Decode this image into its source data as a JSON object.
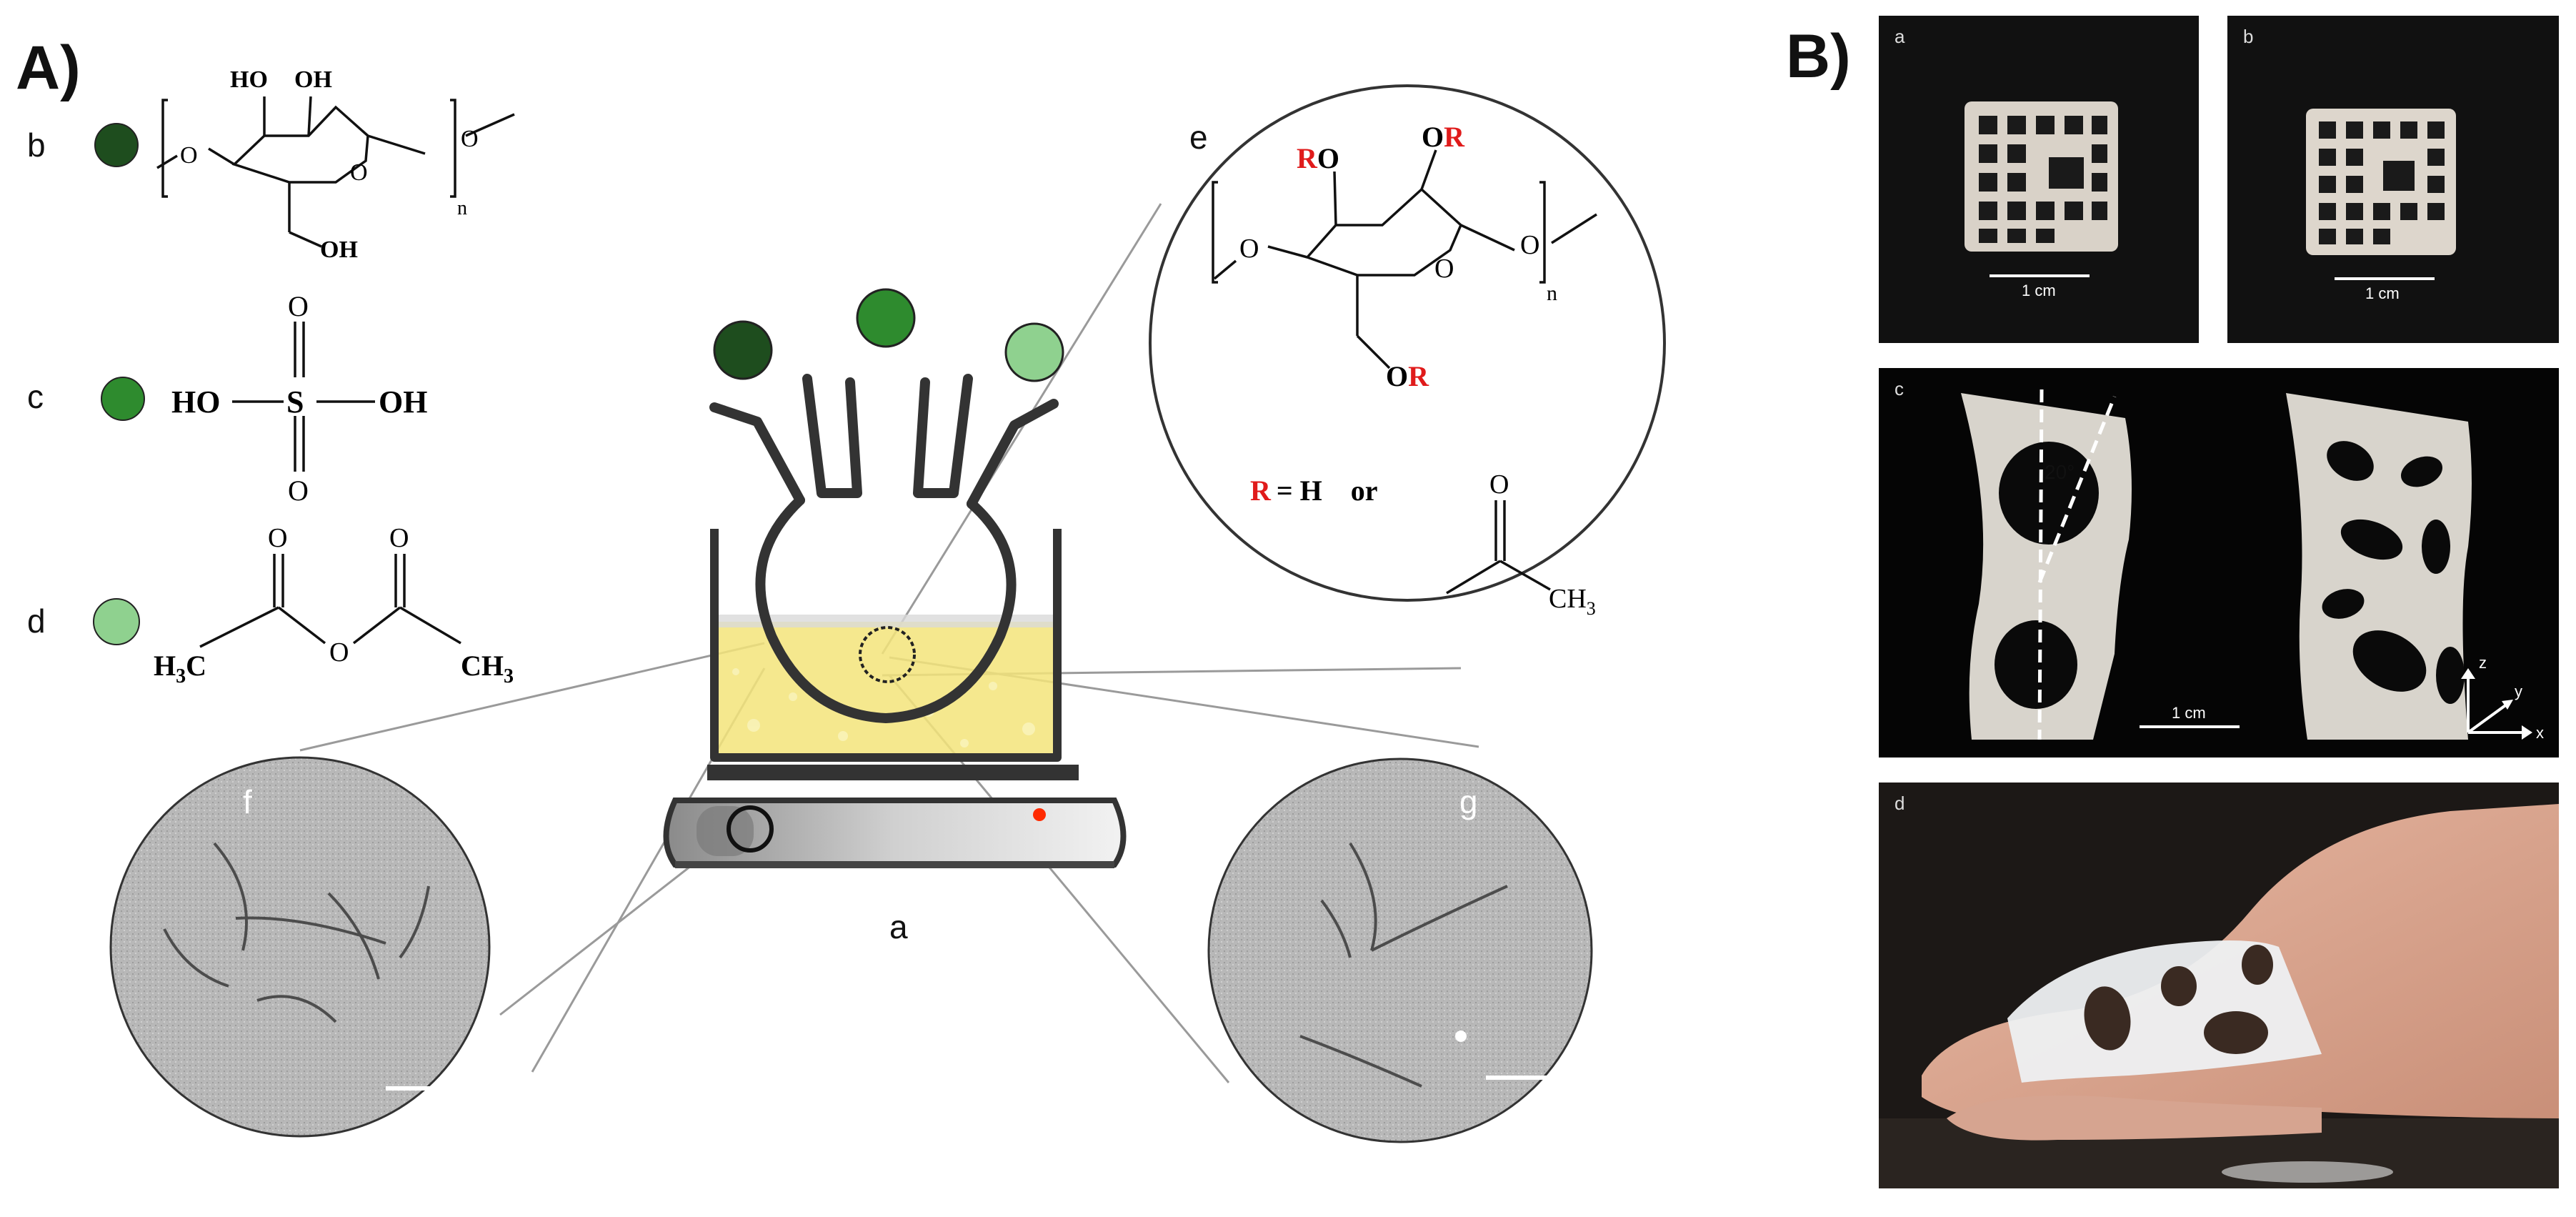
{
  "panelA": {
    "label": "A)",
    "sub_b": "b",
    "sub_c": "c",
    "sub_d": "d",
    "sub_e": "e",
    "sub_a": "a",
    "sub_f": "f",
    "sub_g": "g",
    "cellulose": {
      "ho1": "HO",
      "oh1": "OH",
      "oh2": "OH",
      "o_ring": "O",
      "o_left": "O",
      "o_right": "O",
      "n": "n"
    },
    "sulfuric": {
      "ho": "HO",
      "s": "S",
      "oh": "OH",
      "o_top": "O",
      "o_bottom": "O"
    },
    "anhydride": {
      "o1": "O",
      "o2": "O",
      "o_mid": "O",
      "h3c": "H",
      "h3c_sub": "3",
      "h3c_c": "C",
      "ch3": "CH",
      "ch3_sub": "3"
    },
    "modified": {
      "ro": "O",
      "r1": "R",
      "or": "O",
      "r2": "R",
      "or2": "O",
      "r3": "R",
      "o_ring": "O",
      "o_left": "O",
      "o_right": "O",
      "n": "n",
      "legend_r": "R",
      "legend_eq": "= H",
      "legend_or": "or",
      "acetyl_o": "O",
      "acetyl_ch": "CH",
      "acetyl_sub": "3"
    },
    "colors": {
      "dark_green": "#1e4d1e",
      "mid_green": "#2e8b2e",
      "light_green": "#8fd18f",
      "liquid": "#efe06a",
      "red_r": "#e01b1b",
      "dot_red": "#ff2a00"
    }
  },
  "panelB": {
    "label": "B)",
    "photo_a": {
      "label": "a",
      "scale": "1 cm"
    },
    "photo_b": {
      "label": "b",
      "scale": "1 cm"
    },
    "photo_c": {
      "label": "c",
      "scale": "1 cm",
      "angle": "20°",
      "axis_z": "z",
      "axis_y": "y",
      "axis_x": "x"
    },
    "photo_d": {
      "label": "d"
    }
  }
}
